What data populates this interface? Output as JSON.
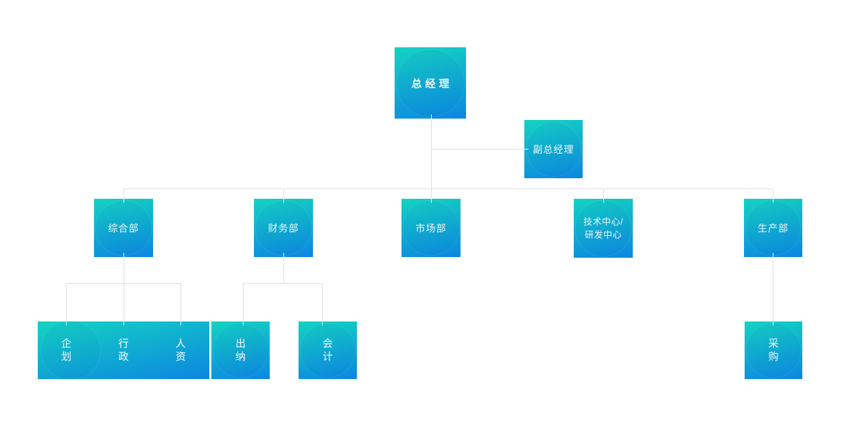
{
  "org_chart": {
    "colors": {
      "box_gradient_top": "#14d3c2",
      "box_gradient_bottom": "#0c86e1",
      "connector_line": "#dfdfdf",
      "label_text": "#ffffff",
      "page_background": "#ffffff"
    },
    "root": {
      "label": "总经理"
    },
    "assistant": {
      "label": "副总经理"
    },
    "departments": [
      {
        "label": "综合部",
        "children": [
          {
            "label": "企划"
          },
          {
            "label": "行政"
          },
          {
            "label": "人资"
          }
        ]
      },
      {
        "label": "财务部",
        "children": [
          {
            "label": "出纳"
          },
          {
            "label": "会计"
          }
        ]
      },
      {
        "label": "市场部",
        "children": []
      },
      {
        "label_line1": "技术中心/",
        "label_line2": "研发中心",
        "children": []
      },
      {
        "label": "生产部",
        "children": [
          {
            "label": "采购"
          }
        ]
      }
    ]
  }
}
